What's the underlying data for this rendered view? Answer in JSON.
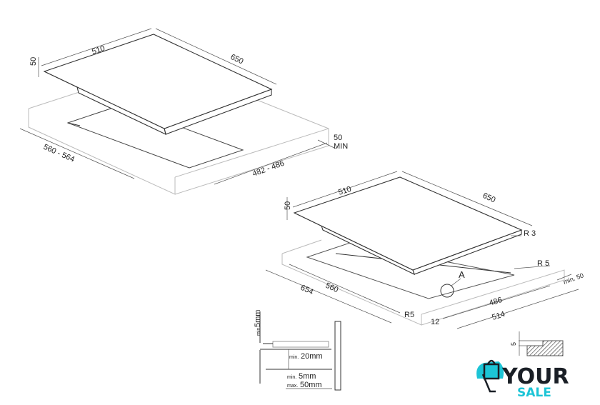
{
  "top_view": {
    "width": "510",
    "depth": "650",
    "height": "50",
    "cutout_depth": "560 - 564",
    "cutout_width": "482 - 486",
    "min_edge": "50",
    "min_edge_label": "MIN"
  },
  "bottom_view": {
    "width": "510",
    "depth": "650",
    "height": "50",
    "radius_corner": "R 3",
    "radius_cutout": "R 5",
    "radius_inner": "R5",
    "detail_marker": "A",
    "cutout_depth": "560",
    "overall_depth": "654",
    "cutout_width": "486",
    "overall_width": "514",
    "edge_offset": "12",
    "min_edge": "min. 50"
  },
  "section_detail": {
    "top_gap_min": "min.",
    "top_gap_value": "5mm",
    "below_min": "min.",
    "below_value": "20mm",
    "side_min": "min.",
    "side_min_value": "5mm",
    "side_max": "max.",
    "side_max_value": "50mm"
  },
  "rebate_detail": {
    "depth": "5"
  },
  "logo": {
    "brand_top": "YOUR",
    "brand_bottom": "SALE",
    "accent": "#1cc4d6",
    "dark": "#1a1f26"
  }
}
